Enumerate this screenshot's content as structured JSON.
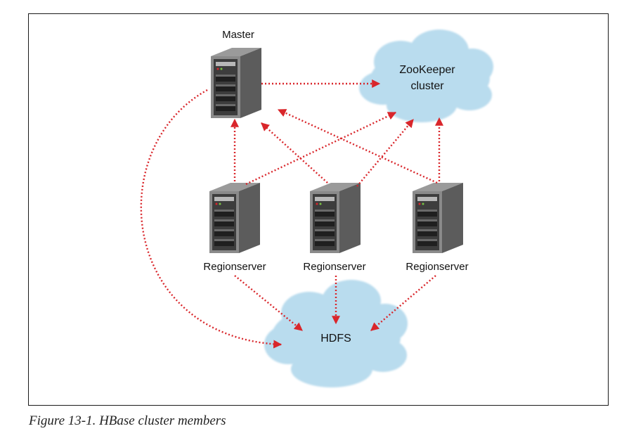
{
  "nodes": {
    "master": "Master",
    "zookeeper_line1": "ZooKeeper",
    "zookeeper_line2": "cluster",
    "regionserver_1": "Regionserver",
    "regionserver_2": "Regionserver",
    "regionserver_3": "Regionserver",
    "hdfs": "HDFS"
  },
  "caption": "Figure 13-1. HBase cluster members",
  "colors": {
    "arrow": "#d9262b",
    "cloud": "#b9dcee",
    "server_front": "#8a8a8a",
    "server_side": "#5c5c5c",
    "frame": "#1a1a1a"
  }
}
